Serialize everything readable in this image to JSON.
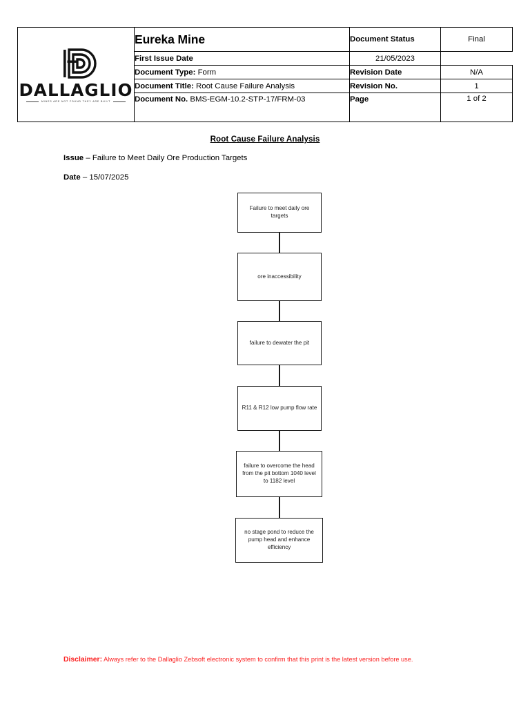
{
  "document": {
    "logo": {
      "wordmark": "DALLAGLIO",
      "tagline": "MINES ARE NOT FOUND THEY ARE BUILT",
      "mark_letter": "D"
    },
    "header": {
      "site_title": "Eureka Mine",
      "rows": [
        {
          "label": "Document Type:",
          "value": "Form"
        },
        {
          "label": "Document Title:",
          "value": "Root Cause Failure Analysis"
        },
        {
          "label": "Document No.",
          "value": "BMS-EGM-10.2-STP-17/FRM-03"
        }
      ],
      "meta": [
        {
          "key": "Document Status",
          "value": "Final"
        },
        {
          "key": "First Issue Date",
          "value": "21/05/2023"
        },
        {
          "key": "Revision Date",
          "value": "N/A"
        },
        {
          "key": "Revision No.",
          "value": "1"
        },
        {
          "key": "Page",
          "value": "1 of 2"
        }
      ]
    },
    "body": {
      "section_title": "Root Cause Failure Analysis",
      "fields": [
        {
          "label": "Issue",
          "separator": "–",
          "value": "Failure to Meet Daily Ore Production Targets"
        },
        {
          "label": "Date",
          "separator": "–",
          "value": "15/07/2025"
        }
      ]
    },
    "flowchart": {
      "type": "vertical-cause-chain",
      "nodes": [
        {
          "id": "n1",
          "text": "Failure to meet daily ore targets"
        },
        {
          "id": "n2",
          "text": "ore inaccessibility"
        },
        {
          "id": "n3",
          "text": "failure to dewater the pit"
        },
        {
          "id": "n4",
          "text": "R11 & R12 low pump flow rate"
        },
        {
          "id": "n5",
          "text": "failure to overcome the head from the pit bottom 1040 level to 1182 level"
        },
        {
          "id": "n6",
          "text": "no stage pond to reduce the pump head and enhance efficiency"
        }
      ]
    },
    "footer": {
      "disclaimer_label": "Disclaimer",
      "disclaimer_separator": ":",
      "disclaimer_text": "Always refer to the Dallaglio Zebsoft electronic system to confirm that this print is the latest version before use.",
      "disclaimer_color": "#fb2020"
    }
  }
}
